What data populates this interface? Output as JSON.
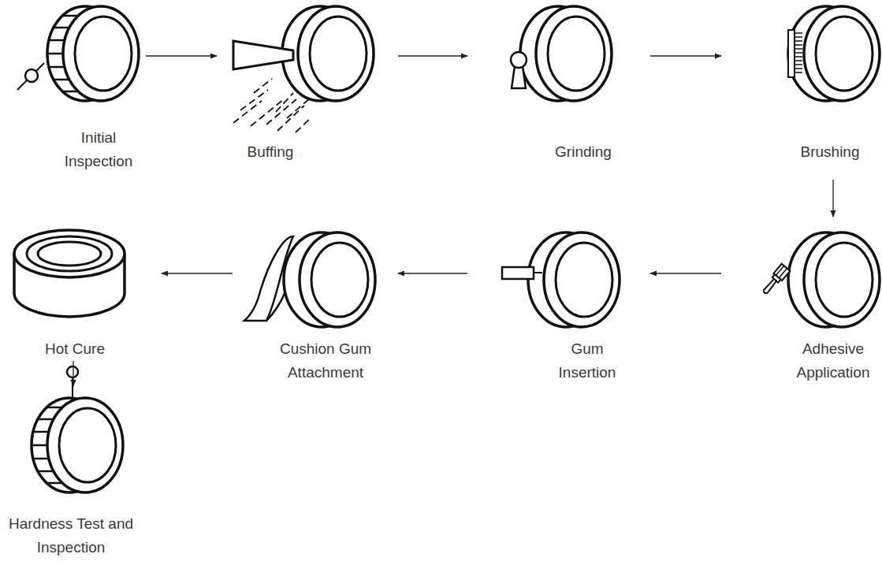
{
  "diagram": {
    "nodes": [
      {
        "text": [
          "Initial Inspection"
        ]
      },
      {
        "text": [
          "Buffing"
        ]
      },
      {
        "text": [
          "Grinding"
        ]
      },
      {
        "text": [
          "Brushing"
        ]
      },
      {
        "text": [
          "Adhesive Application"
        ]
      },
      {
        "text": [
          "Gum Insertion"
        ]
      },
      {
        "text": [
          "Cushion Gum Attachment"
        ]
      },
      {
        "text": [
          "Hot Cure"
        ]
      },
      {
        "text": [
          "Hardness Test and Inspection"
        ]
      }
    ],
    "edges": [
      {
        "from": 0,
        "to": 1,
        "arrow": "to"
      },
      {
        "from": 1,
        "to": 2,
        "arrow": "to"
      },
      {
        "from": 2,
        "to": 3,
        "arrow": "to"
      },
      {
        "from": 3,
        "to": 4,
        "arrow": "to"
      },
      {
        "from": 4,
        "to": 5,
        "arrow": "to"
      },
      {
        "from": 5,
        "to": 6,
        "arrow": "to"
      },
      {
        "from": 6,
        "to": 7,
        "arrow": "to"
      },
      {
        "from": 7,
        "to": 8,
        "arrow": "to"
      }
    ]
  }
}
